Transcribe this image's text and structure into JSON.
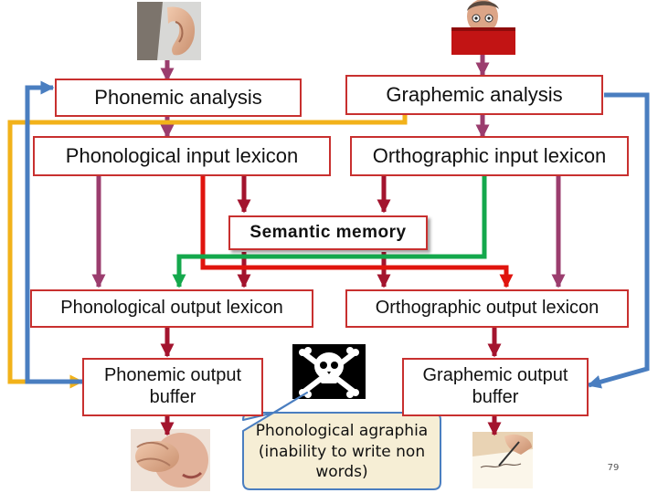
{
  "boxes": {
    "phonemic_analysis": "Phonemic analysis",
    "graphemic_analysis": "Graphemic analysis",
    "phonological_input_lexicon": "Phonological input lexicon",
    "orthographic_input_lexicon": "Orthographic input lexicon",
    "semantic_memory": "Semantic memory",
    "phonological_output_lexicon": "Phonological output lexicon",
    "orthographic_output_lexicon": "Orthographic output lexicon",
    "phonemic_output_buffer": "Phonemic output buffer",
    "graphemic_output_buffer": "Graphemic output buffer"
  },
  "callout": "Phonological agraphia (inability to write non words)",
  "slide_number": "79",
  "pictures": [
    "ear-photo",
    "reader-photo",
    "mouth-photo",
    "writing-hand-photo",
    "skull-crossbones-icon"
  ],
  "colors": {
    "box_border": "#c8302f",
    "route_purple": "#9b3d6e",
    "route_darkred": "#a3142e",
    "route_red": "#e0140e",
    "route_green": "#14a84c",
    "route_yellow": "#f2b21a",
    "route_blue": "#4a7ec0",
    "callout_fill": "#f6eed5",
    "callout_border": "#4a7ec0"
  }
}
